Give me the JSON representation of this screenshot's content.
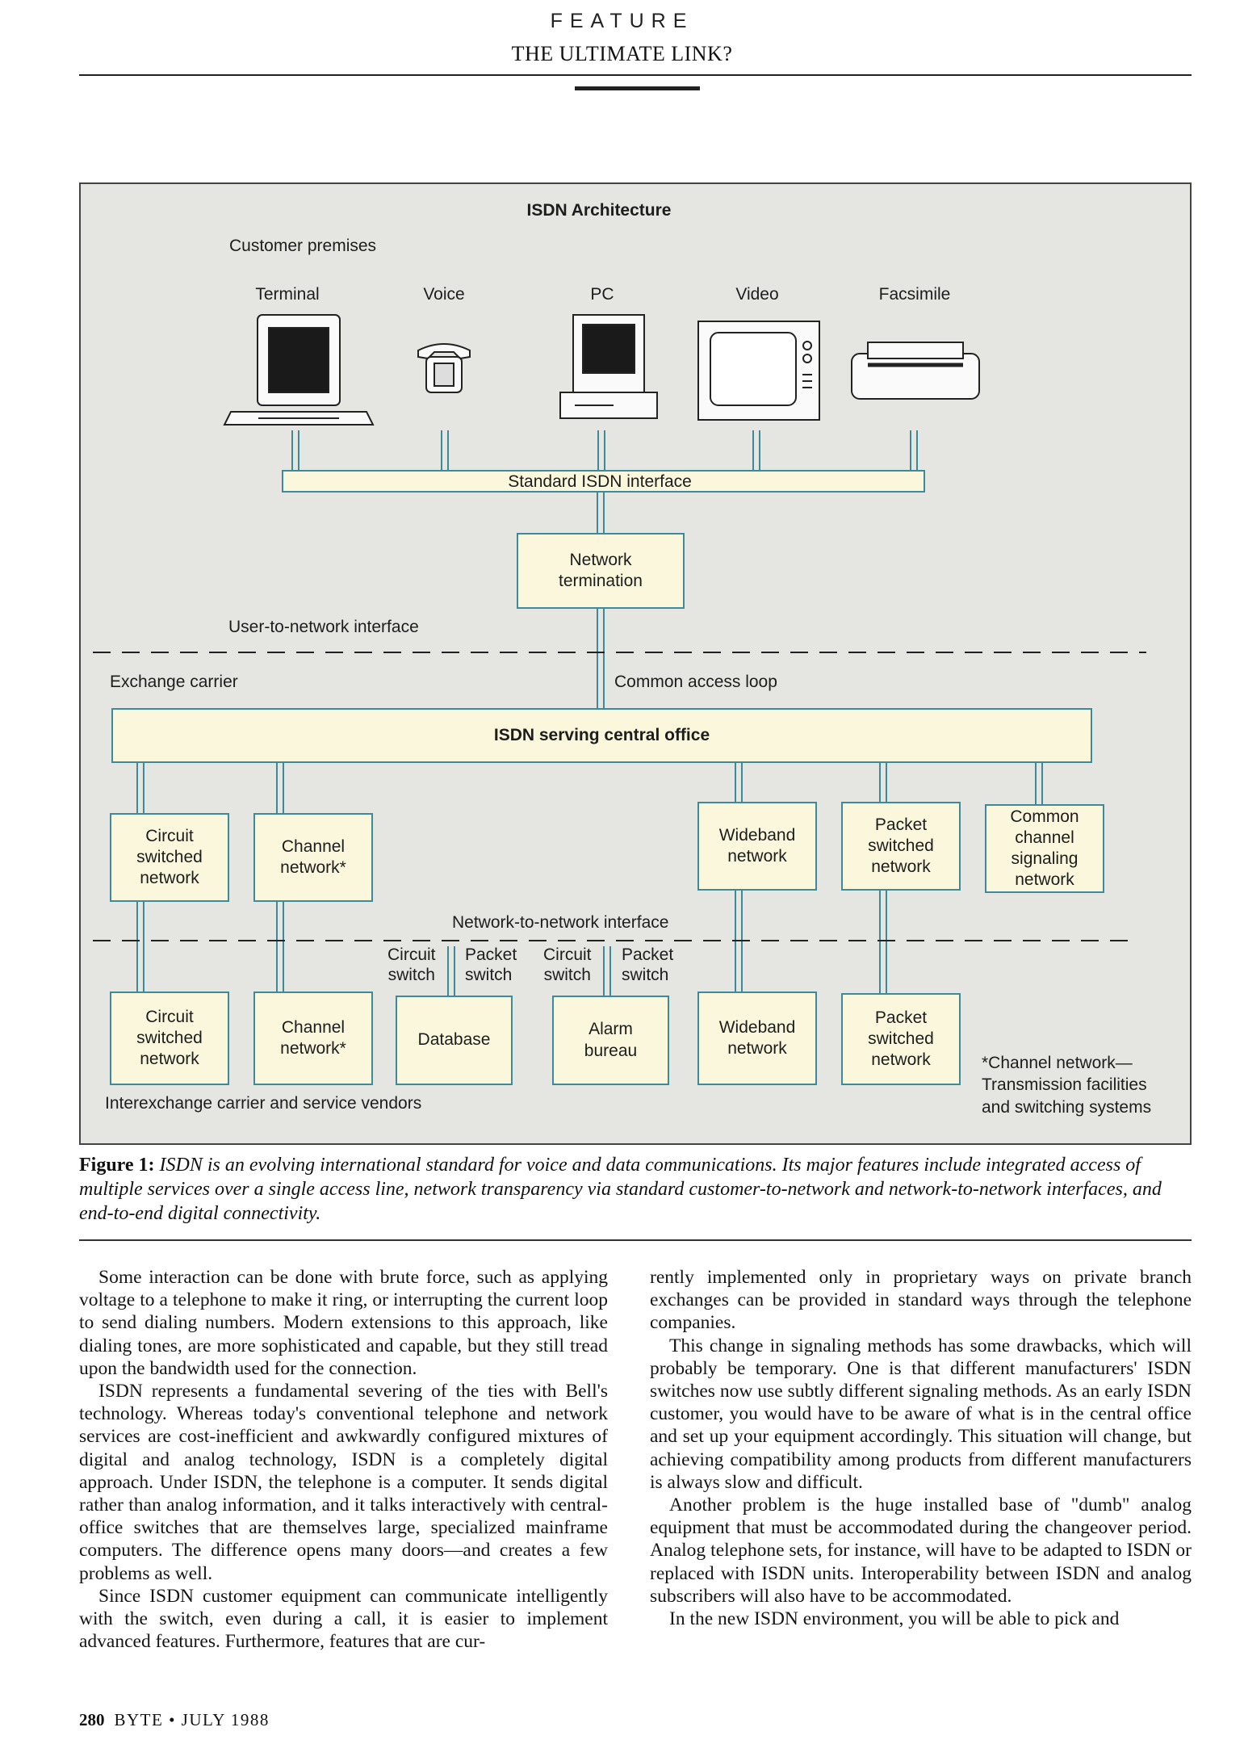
{
  "header": {
    "kicker": "FEATURE",
    "running_title": "THE ULTIMATE LINK?"
  },
  "figure": {
    "title": "ISDN Architecture",
    "customer_premises": "Customer premises",
    "devices": {
      "terminal": "Terminal",
      "voice": "Voice",
      "pc": "PC",
      "video": "Video",
      "facsimile": "Facsimile"
    },
    "standard_interface": "Standard ISDN interface",
    "network_termination": "Network\ntermination",
    "user_to_network": "User-to-network interface",
    "exchange_carrier": "Exchange carrier",
    "common_access_loop": "Common access loop",
    "central_office": "ISDN serving central office",
    "upper_networks": {
      "circuit": "Circuit\nswitched\nnetwork",
      "channel": "Channel\nnetwork*",
      "wideband": "Wideband\nnetwork",
      "packet": "Packet\nswitched\nnetwork",
      "common_channel": "Common\nchannel\nsignaling\nnetwork"
    },
    "network_to_network": "Network-to-network interface",
    "switch_labels": {
      "circuit_1": "Circuit\nswitch",
      "packet_1": "Packet\nswitch",
      "circuit_2": "Circuit\nswitch",
      "packet_2": "Packet\nswitch"
    },
    "lower_networks": {
      "circuit": "Circuit\nswitched\nnetwork",
      "channel": "Channel\nnetwork*",
      "database": "Database",
      "alarm": "Alarm\nbureau",
      "wideband": "Wideband\nnetwork",
      "packet": "Packet\nswitched\nnetwork"
    },
    "interexchange": "Interexchange carrier and service vendors",
    "footnote": "*Channel network—\nTransmission facilities\nand switching systems"
  },
  "caption": {
    "label": "Figure 1:",
    "text": "ISDN is an evolving international standard for voice and data communications. Its major features include integrated access of multiple services over a single access line, network transparency via standard customer-to-network and network-to-network interfaces, and end-to-end digital connectivity."
  },
  "body": {
    "col1": [
      "Some interaction can be done with brute force, such as applying voltage to a telephone to make it ring, or interrupting the current loop to send dialing numbers. Modern extensions to this approach, like dialing tones, are more sophisticated and capable, but they still tread upon the bandwidth used for the connection.",
      "ISDN represents a fundamental severing of the ties with Bell's technology. Whereas today's conventional telephone and network services are cost-inefficient and awkwardly configured mixtures of digital and analog technology, ISDN is a completely digital approach. Under ISDN, the telephone is a computer. It sends digital rather than analog information, and it talks interactively with central-office switches that are themselves large, specialized mainframe computers. The difference opens many doors—and creates a few problems as well.",
      "Since ISDN customer equipment can communicate intelligently with the switch, even during a call, it is easier to implement advanced features. Furthermore, features that are cur-"
    ],
    "col2": [
      "rently implemented only in proprietary ways on private branch exchanges can be provided in standard ways through the telephone companies.",
      "This change in signaling methods has some drawbacks, which will probably be temporary. One is that different manufacturers' ISDN switches now use subtly different signaling methods. As an early ISDN customer, you would have to be aware of what is in the central office and set up your equipment accordingly. This situation will change, but achieving compatibility among products from different manufacturers is always slow and difficult.",
      "Another problem is the huge installed base of \"dumb\" analog equipment that must be accommodated during the changeover period. Analog telephone sets, for instance, will have to be adapted to ISDN or replaced with ISDN units. Interoperability between ISDN and analog subscribers will also have to be accommodated.",
      "In the new ISDN environment, you will be able to pick and"
    ]
  },
  "footer": {
    "page_number": "280",
    "publication": "BYTE • JULY 1988"
  }
}
